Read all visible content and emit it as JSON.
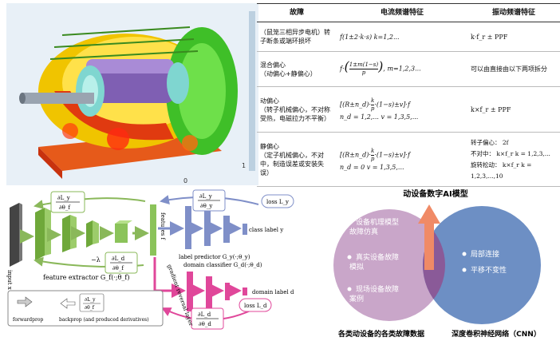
{
  "motor": {
    "scale_max": "1",
    "scale_min": "0"
  },
  "table": {
    "headers": [
      "故障",
      "电流频谱特征",
      "振动频谱特征"
    ],
    "rows": [
      {
        "fault": [
          "（鼠笼三相异步电机）转",
          "子断条或端环损坏"
        ],
        "current": "f(1±2·k·s) k=1,2...",
        "vibration": "k·f_r ± PPF"
      },
      {
        "fault": [
          "混合偏心",
          "（动偏心+静偏心）"
        ],
        "current_prefix": "f·",
        "current_num": "1±m(1−s)",
        "current_den": "p",
        "current_suffix": ", m=1,2,3...",
        "vibration": "可以由直接由以下两项拆分"
      },
      {
        "fault": [
          "动偏心",
          "（转子机械偏心，不对称",
          "受热，电磁拉力不平衡）"
        ],
        "current_line1_a": "[(R±n_d)·",
        "current_num": "k",
        "current_den": "p",
        "current_line1_b": "·(1−s)±v]·f",
        "current_line2": "n_d = 1,2,...    v = 1,3,5,...",
        "vibration": "k×f_r ± PPF"
      },
      {
        "fault": [
          "静偏心",
          "（定子机械偏心，不对",
          "中，制造误差或安装失",
          "误）"
        ],
        "current_line1_a": "[(R±n_d)·",
        "current_num": "k",
        "current_den": "p",
        "current_line1_b": "·(1−s)±v]·f",
        "current_line2": "n_d = 0   v = 1,3,5,...",
        "vib_lines": [
          "转子偏心： 2f",
          "不对中： k×f_r    k = 1,2,3,...",
          "旋转松动： k×f_r    k = 1,2,3,...,10"
        ]
      }
    ]
  },
  "dann": {
    "input_label": "input x",
    "features_label": "features f",
    "feature_extractor": "feature extractor G_f(·;θ_f)",
    "label_predictor": "label predictor G_y(·;θ_y)",
    "domain_classifier": "domain classifier G_d(·;θ_d)",
    "class_label": "class label y",
    "domain_label": "domain label d",
    "loss_y": "loss L_y",
    "loss_d": "loss L_d",
    "grad_y_top": "∂L_y",
    "grad_y_bot": "∂θ_y",
    "grad_f_top": "∂L_y",
    "grad_f_bot": "∂θ_f",
    "grad_d_top": "∂L_d",
    "grad_d_bot": "∂θ_d",
    "grad_lambda_top": "∂L_d",
    "grad_lambda_bot": "∂θ_f",
    "lambda": "−λ",
    "grl": "gradient reversal layer",
    "legend_forward": "forwardprop",
    "legend_backward": "backprop (and produced derivatives)",
    "legend_top": "∂L_y",
    "legend_bot": "∂θ_f"
  },
  "venn": {
    "title": "动设备数字AI模型",
    "left_items": [
      "设备机理模型故障仿真",
      "真实设备故障模拟",
      "现场设备故障案例"
    ],
    "right_items": [
      "局部连接",
      "平移不变性"
    ],
    "left_caption": "各类动设备的各类故障数据",
    "right_caption": "深度卷积神经网络（CNN）",
    "colors": {
      "left": "#c9a6c9",
      "right": "#6d8fc4",
      "overlap": "#8a5a98",
      "arrow": "#f08a66"
    }
  }
}
